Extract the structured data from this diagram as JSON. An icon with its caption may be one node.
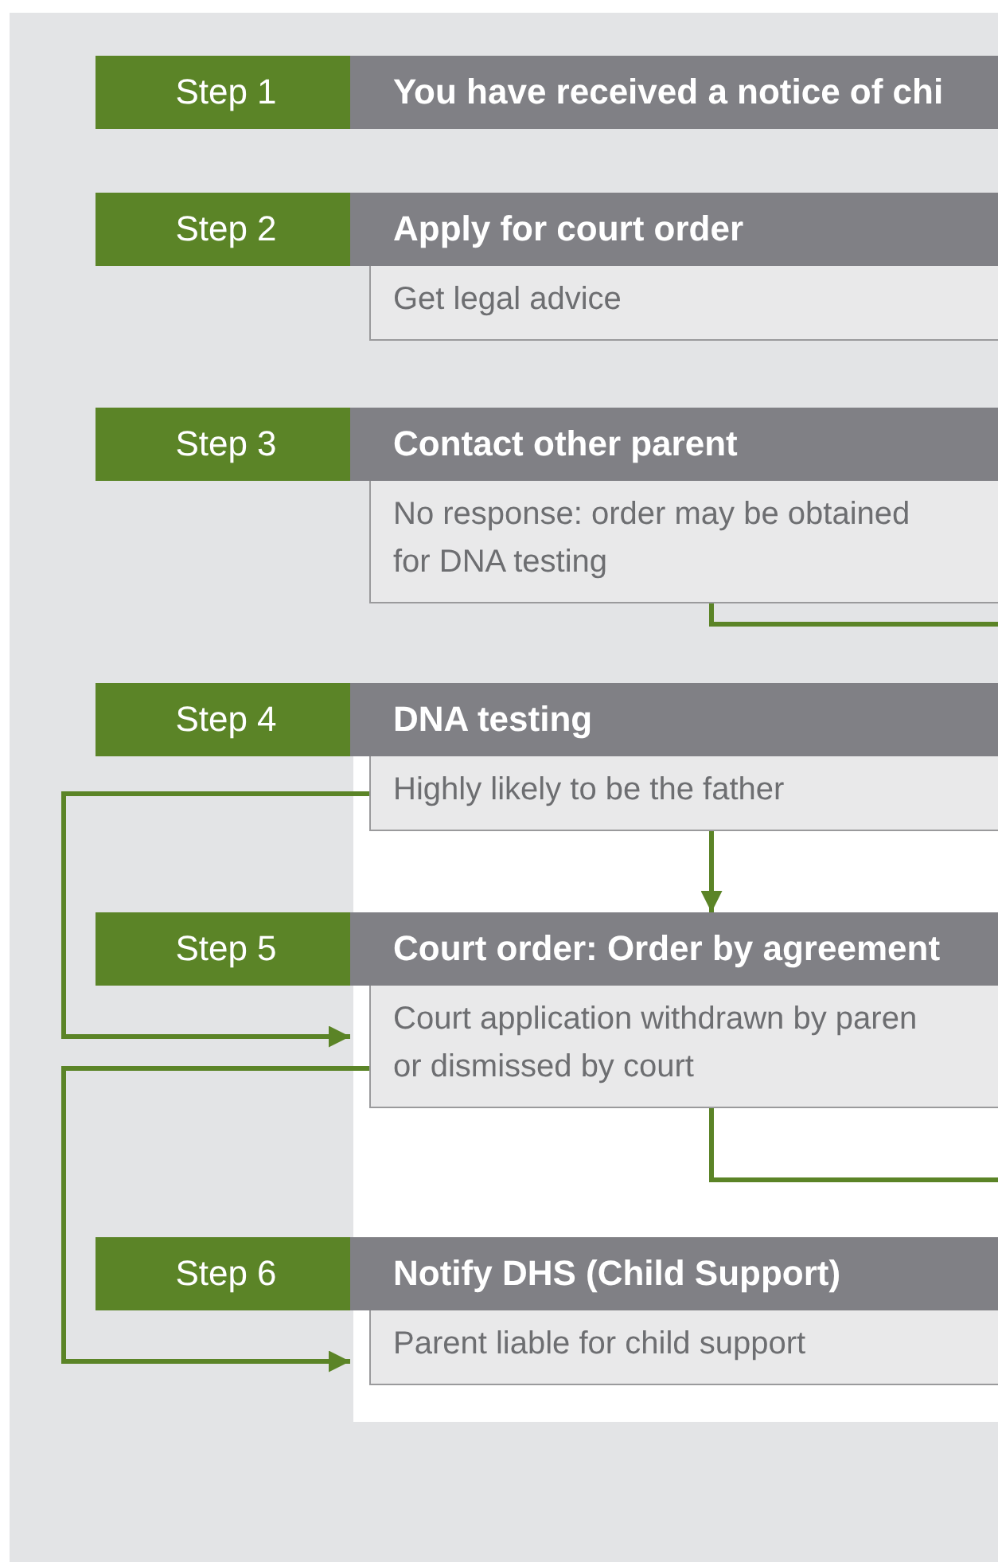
{
  "diagram": {
    "nodes": [
      {
        "text": [
          "Step 1"
        ]
      },
      {
        "text": [
          "You have received a notice of chi"
        ]
      },
      {
        "text": [
          "Step 2"
        ]
      },
      {
        "text": [
          "Apply for court order",
          "Get legal advice"
        ]
      },
      {
        "text": [
          "Step 3"
        ]
      },
      {
        "text": [
          "Contact other parent",
          "No response: order may be obtained for DNA testing"
        ]
      },
      {
        "text": [
          "Step 4"
        ]
      },
      {
        "text": [
          "DNA testing",
          "Highly likely to be the father"
        ]
      },
      {
        "text": [
          "Step 5"
        ]
      },
      {
        "text": [
          "Court order: Order by agreement",
          "Court application withdrawn by paren or dismissed by court"
        ]
      },
      {
        "text": [
          "Step 6"
        ]
      },
      {
        "text": [
          "Notify DHS (Child Support)",
          "Parent liable for child support"
        ]
      }
    ],
    "edges": [
      {
        "from": 5,
        "to": null,
        "arrow": "none"
      },
      {
        "from": 7,
        "to": 9,
        "arrow": "to"
      },
      {
        "from": 7,
        "to": 9,
        "arrow": "to"
      },
      {
        "from": 9,
        "to": null,
        "arrow": "none"
      },
      {
        "from": 9,
        "to": 11,
        "arrow": "to"
      }
    ]
  }
}
